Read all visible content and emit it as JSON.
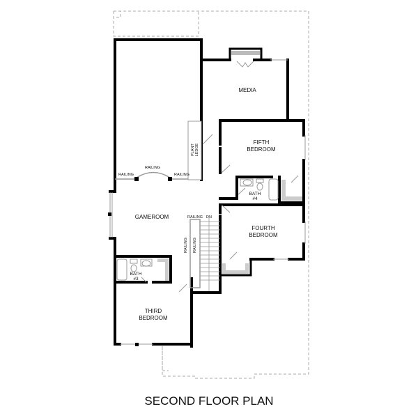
{
  "plan": {
    "title": "SECOND FLOOR PLAN",
    "colors": {
      "wall": "#000000",
      "dashed": "#aaaaaa",
      "fixture": "#999999",
      "shelf": "#cccccc"
    },
    "rooms": [
      {
        "id": "media",
        "label": "MEDIA"
      },
      {
        "id": "fifth-bedroom",
        "label": "FIFTH\nBEDROOM"
      },
      {
        "id": "bath-4",
        "label": "BATH\n#4"
      },
      {
        "id": "gameroom",
        "label": "GAMEROOM"
      },
      {
        "id": "fourth-bedroom",
        "label": "FOURTH\nBEDROOM"
      },
      {
        "id": "bath-3",
        "label": "BATH\n#3"
      },
      {
        "id": "third-bedroom",
        "label": "THIRD\nBEDROOM"
      }
    ],
    "annotations": {
      "plant_ledge": "PLANT\nLEDGE",
      "railing_left": "RAILING",
      "railing_curved": "RAILING",
      "railing_right": "RAILING",
      "railing_stair_top": "RAILING",
      "stair_dn": "DN",
      "railing_stair_left": "RAILING",
      "railing_stair_inner": "RAILING"
    }
  }
}
